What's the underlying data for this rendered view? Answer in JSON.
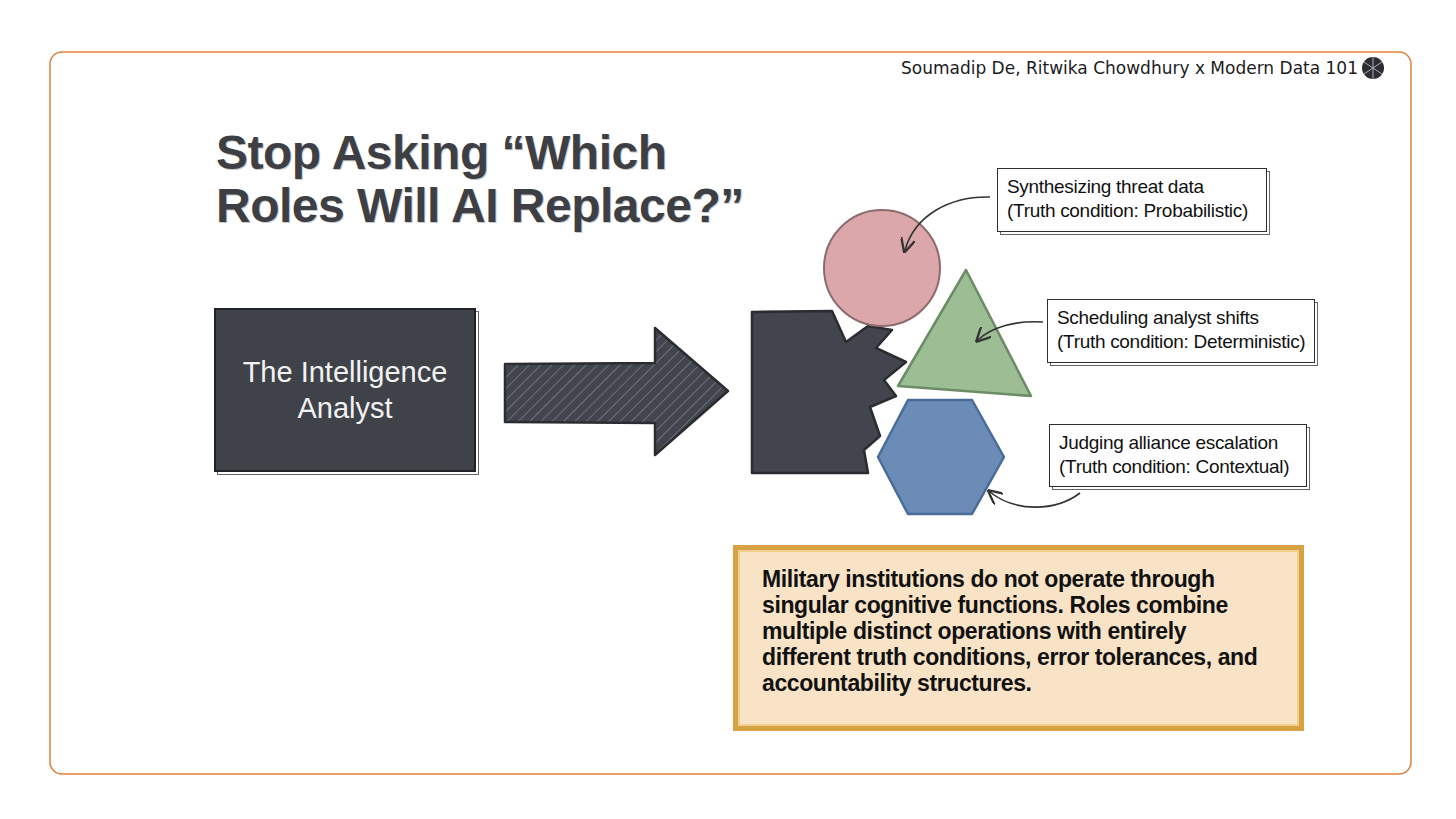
{
  "diagram": {
    "title": "Stop Asking “Which Roles Will AI Replace?”",
    "nodes": [
      {
        "text": [
          "The Intelligence Analyst"
        ]
      },
      {
        "text": [
          "Synthesizing threat data",
          "(Truth condition: Probabilistic)"
        ]
      },
      {
        "text": [
          "Scheduling analyst shifts",
          "(Truth condition: Deterministic)"
        ]
      },
      {
        "text": [
          "Judging alliance escalation",
          "(Truth condition: Contextual)"
        ]
      },
      {
        "text": [
          "Military institutions do not operate through singular cognitive functions. Roles combine multiple distinct operations with entirely different truth conditions, error tolerances, and accountability structures."
        ]
      }
    ],
    "labels": [
      "Soumadip De, Ritwika Chowdhury x Modern Data 101"
    ]
  }
}
